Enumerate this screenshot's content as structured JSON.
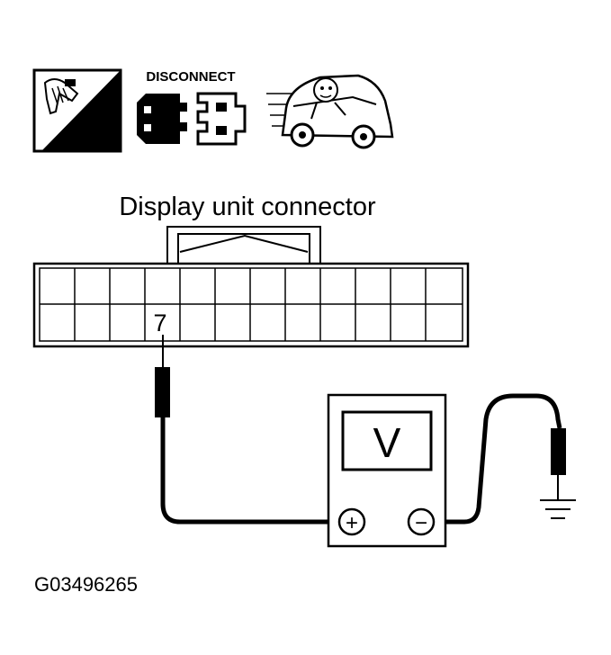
{
  "icons": {
    "hs_icon": {
      "name": "hand-tester-icon",
      "label": "H.S."
    },
    "disconnect_icon": {
      "name": "disconnect-connector-icon",
      "label": "DISCONNECT"
    },
    "vehicle_icon": {
      "name": "driving-car-icon"
    }
  },
  "connector": {
    "title": "Display unit connector",
    "terminal_label": "7"
  },
  "meter": {
    "display_symbol": "V",
    "positive_symbol": "+",
    "negative_symbol": "−"
  },
  "ground": {
    "name": "ground-icon"
  },
  "figure_code": "G03496265"
}
